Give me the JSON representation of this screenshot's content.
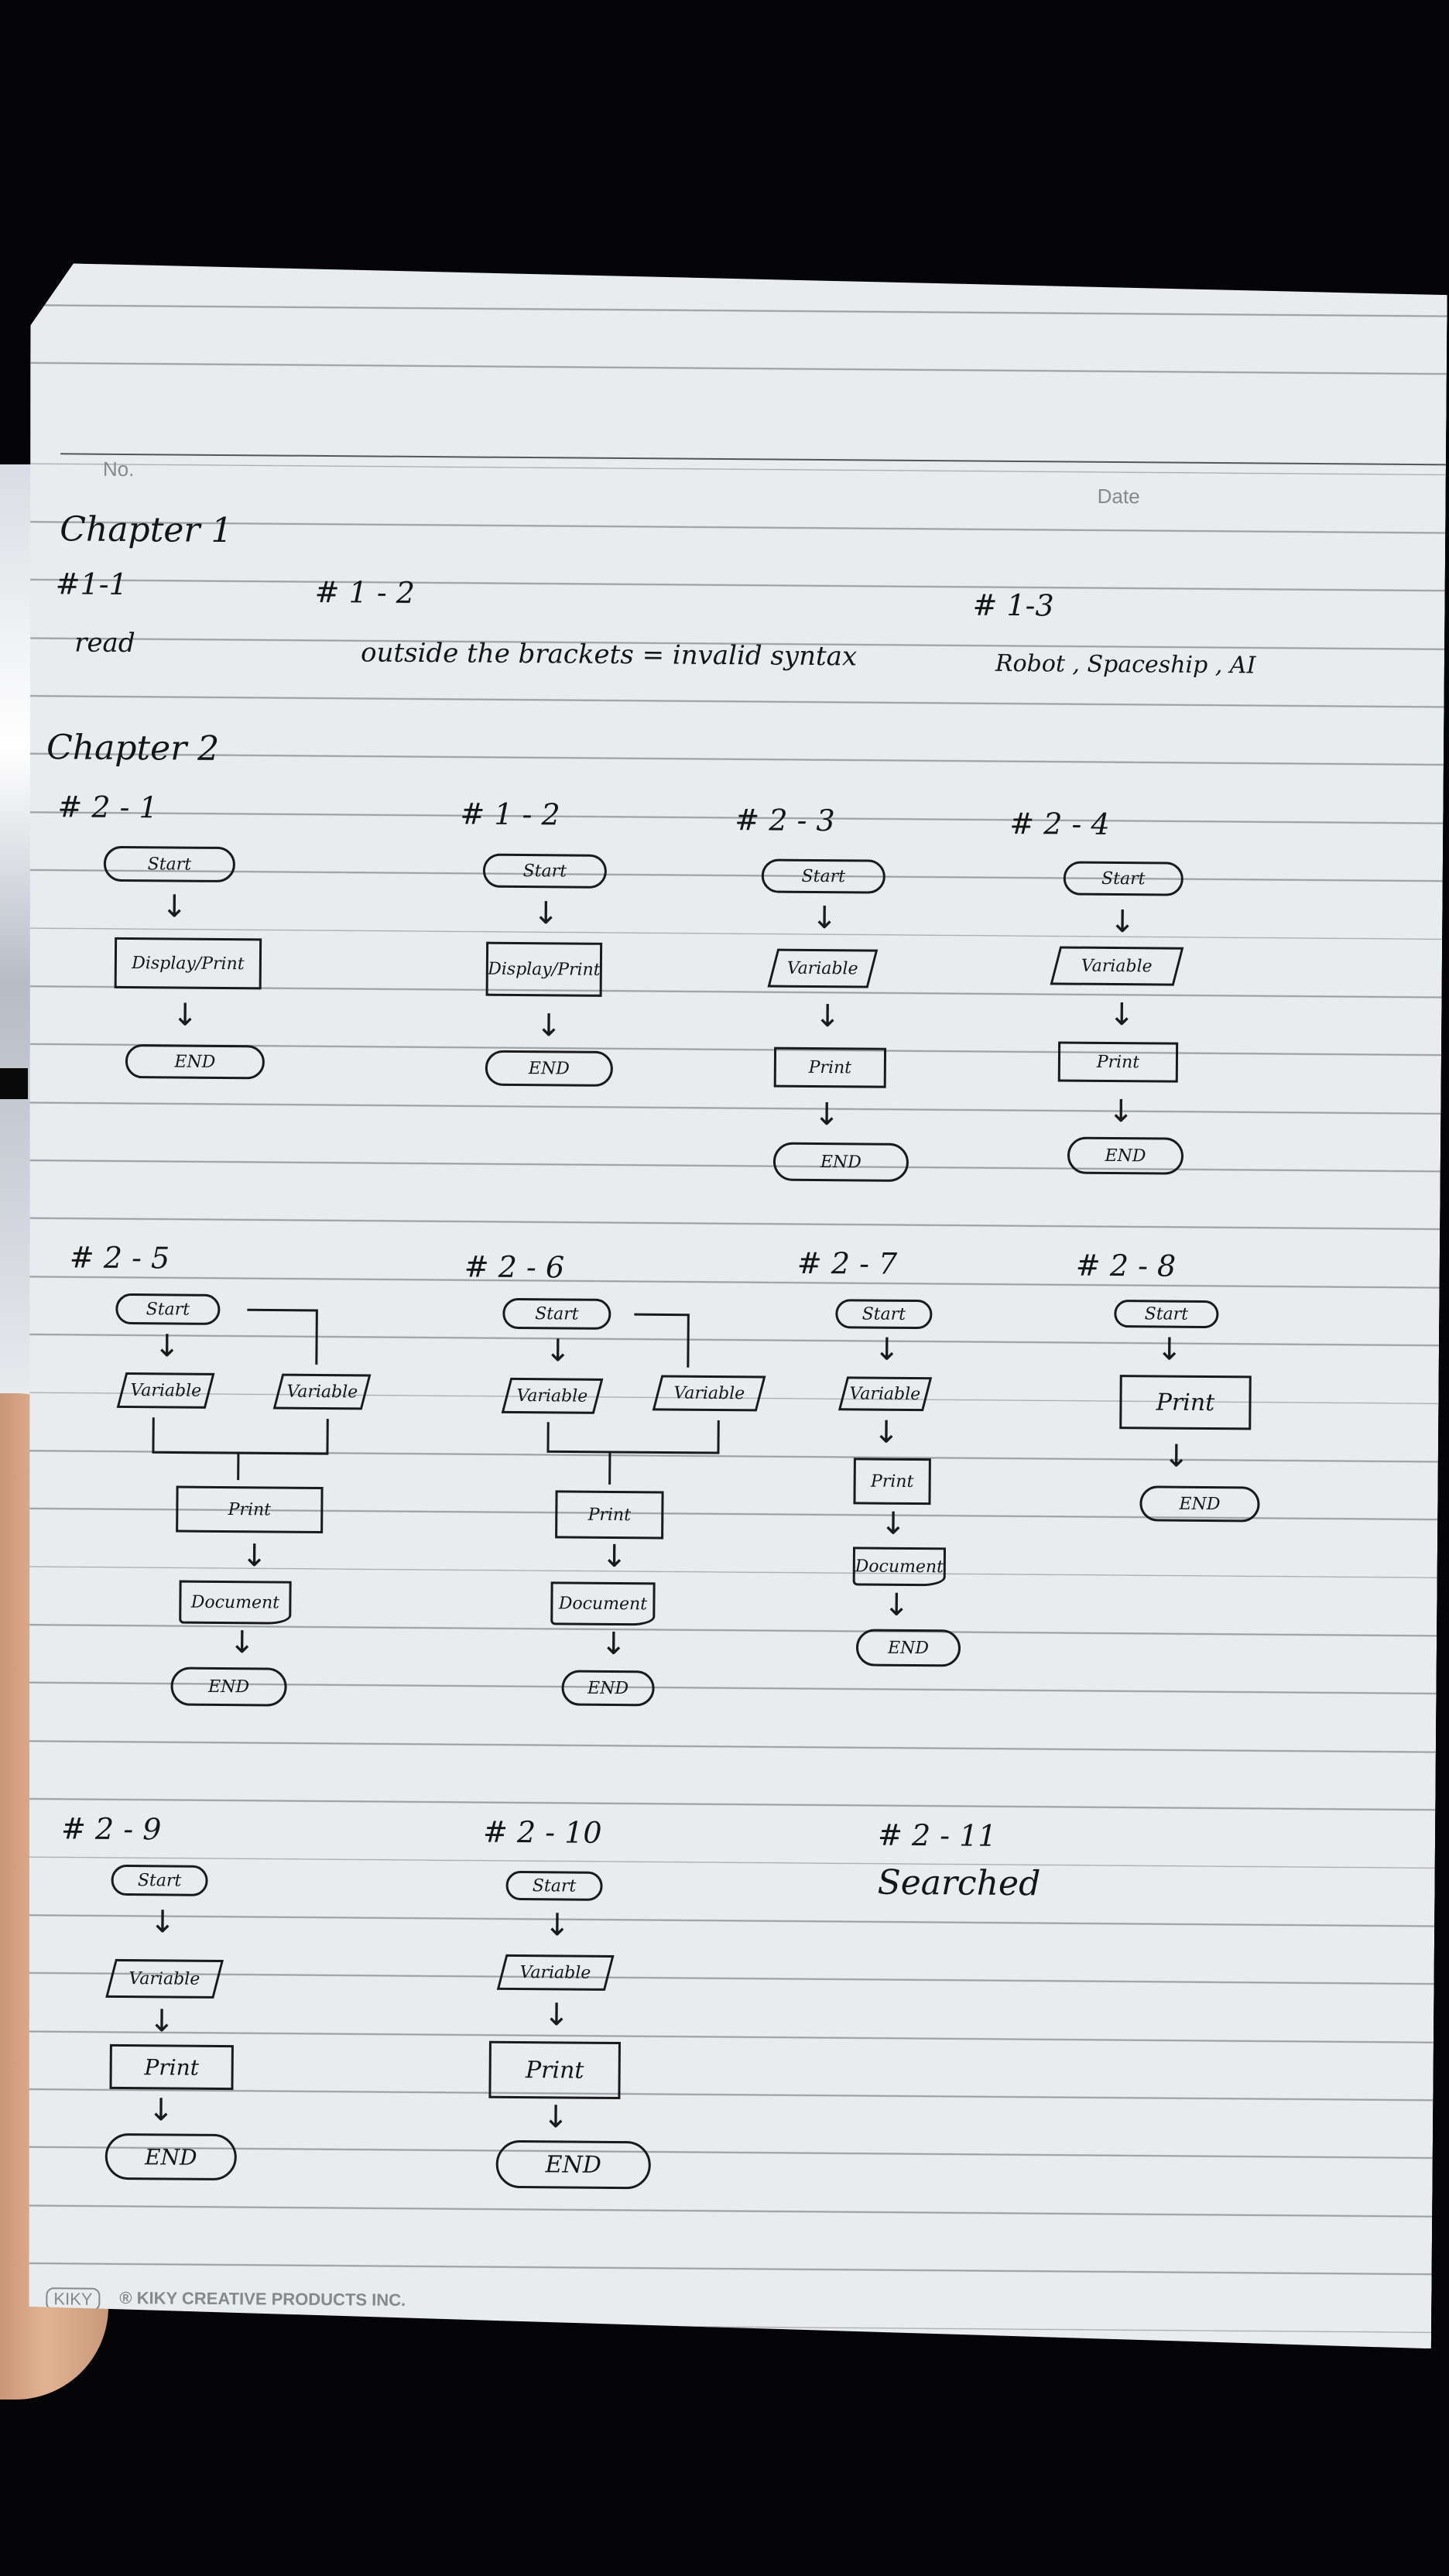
{
  "header": {
    "no_label": "No.",
    "date_label": "Date"
  },
  "footer": {
    "brand": "KIKY",
    "company": "® KIKY CREATIVE PRODUCTS INC."
  },
  "chapter1": {
    "title": "Chapter 1",
    "ex1_label": "#1-1",
    "ex1_answer": "read",
    "ex2_label": "# 1 - 2",
    "ex2_answer": "outside the brackets = invalid syntax",
    "ex3_label": "# 1-3",
    "ex3_answer": "Robot , Spaceship , AI"
  },
  "chapter2": {
    "title": "Chapter 2",
    "ex1": {
      "label": "# 2 - 1",
      "start": "Start",
      "io": "Display/Print",
      "end": "END"
    },
    "ex2": {
      "label": "# 1 - 2",
      "start": "Start",
      "io": "Display/Print",
      "end": "END"
    },
    "ex3": {
      "label": "# 2 - 3",
      "start": "Start",
      "var": "Variable",
      "print": "Print",
      "end": "END"
    },
    "ex4": {
      "label": "# 2 - 4",
      "start": "Start",
      "var": "Variable",
      "print": "Print",
      "end": "END"
    },
    "ex5": {
      "label": "# 2 - 5",
      "start": "Start",
      "var1": "Variable",
      "var2": "Variable",
      "print": "Print",
      "doc": "Document",
      "end": "END"
    },
    "ex6": {
      "label": "# 2 - 6",
      "start": "Start",
      "var1": "Variable",
      "var2": "Variable",
      "print": "Print",
      "doc": "Document",
      "end": "END"
    },
    "ex7": {
      "label": "# 2 - 7",
      "start": "Start",
      "var": "Variable",
      "print": "Print",
      "doc": "Document",
      "end": "END"
    },
    "ex8": {
      "label": "# 2 - 8",
      "start": "Start",
      "print": "Print",
      "end": "END"
    },
    "ex9": {
      "label": "# 2 - 9",
      "start": "Start",
      "var": "Variable",
      "print": "Print",
      "end": "END"
    },
    "ex10": {
      "label": "# 2 - 10",
      "start": "Start",
      "var": "Variable",
      "print": "Print",
      "end": "END"
    },
    "ex11": {
      "label": "# 2 - 11",
      "answer": "Searched"
    }
  }
}
